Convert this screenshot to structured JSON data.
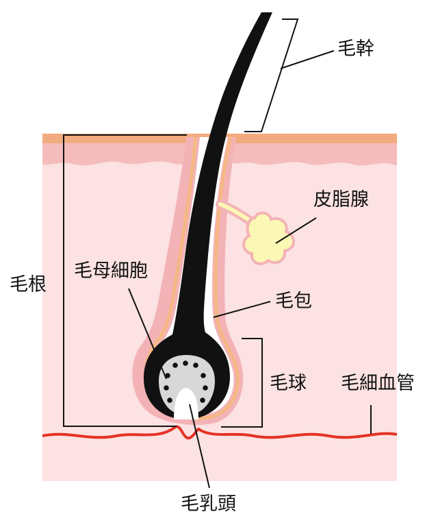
{
  "labels": {
    "hair_shaft": "毛幹",
    "sebaceous_gland": "皮脂腺",
    "hair_root": "毛根",
    "hair_matrix_cells": "毛母細胞",
    "hair_follicle": "毛包",
    "hair_bulb": "毛球",
    "capillary": "毛細血管",
    "dermal_papilla": "毛乳頭"
  },
  "colors": {
    "skin_top": "#f2ab7e",
    "skin_upper": "#f5bcbc",
    "dermis": "#fce2e2",
    "follicle_sheath": "#f3b3b6",
    "follicle_edge": "#f5b884",
    "hair": "#111111",
    "matrix": "#d8d8d8",
    "papilla": "#ffffff",
    "gland": "#fbf7b4",
    "vessel": "#e53226",
    "line": "#111111"
  }
}
